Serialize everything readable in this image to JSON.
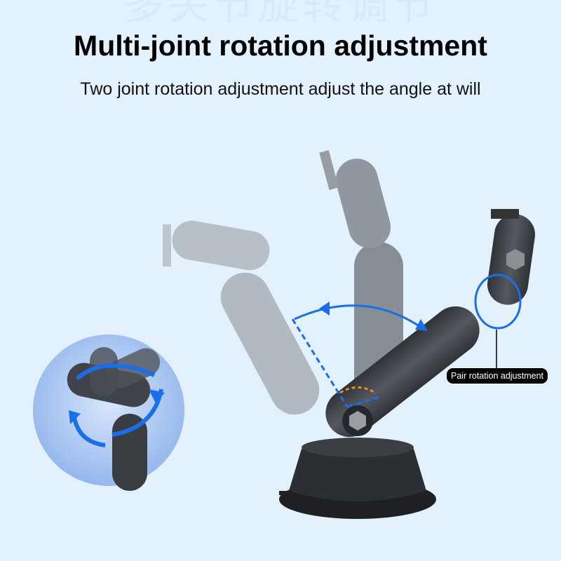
{
  "watermark": "多关节旋转调节",
  "title": "Multi-joint rotation adjustment",
  "subtitle": "Two joint rotation adjustment adjust the angle at will",
  "callout": "Pair rotation adjustment",
  "colors": {
    "background": "#e3f1fc",
    "accent": "#1a6ee8",
    "arm": "#3a3d42",
    "orange": "#f08a1c"
  }
}
